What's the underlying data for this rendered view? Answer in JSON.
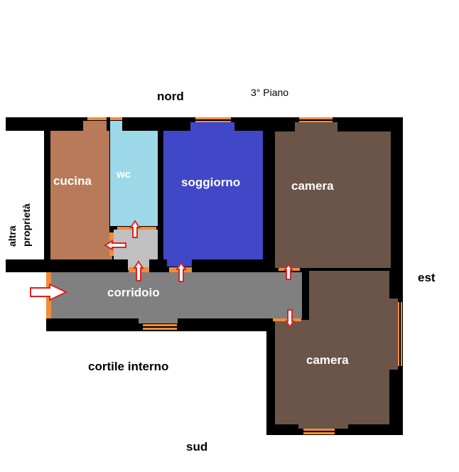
{
  "labels": {
    "north": "nord",
    "south": "sud",
    "east": "est",
    "floor": "3° Piano",
    "courtyard": "cortile interno",
    "other_property_line1": "altra",
    "other_property_line2": "proprietà"
  },
  "rooms": {
    "kitchen": "cucina",
    "bathroom": "wc",
    "living": "soggiorno",
    "bedroom_north": "camera",
    "corridor": "corridoio",
    "bedroom_south": "camera"
  },
  "colors": {
    "wall": "#000000",
    "window": "#f28c38",
    "kitchen": "#b87a58",
    "bathroom": "#9dd8e8",
    "hall": "#c0c0c0",
    "living": "#4048c8",
    "bedroom": "#6b5548",
    "corridor": "#808080",
    "arrow": "#e02020"
  }
}
